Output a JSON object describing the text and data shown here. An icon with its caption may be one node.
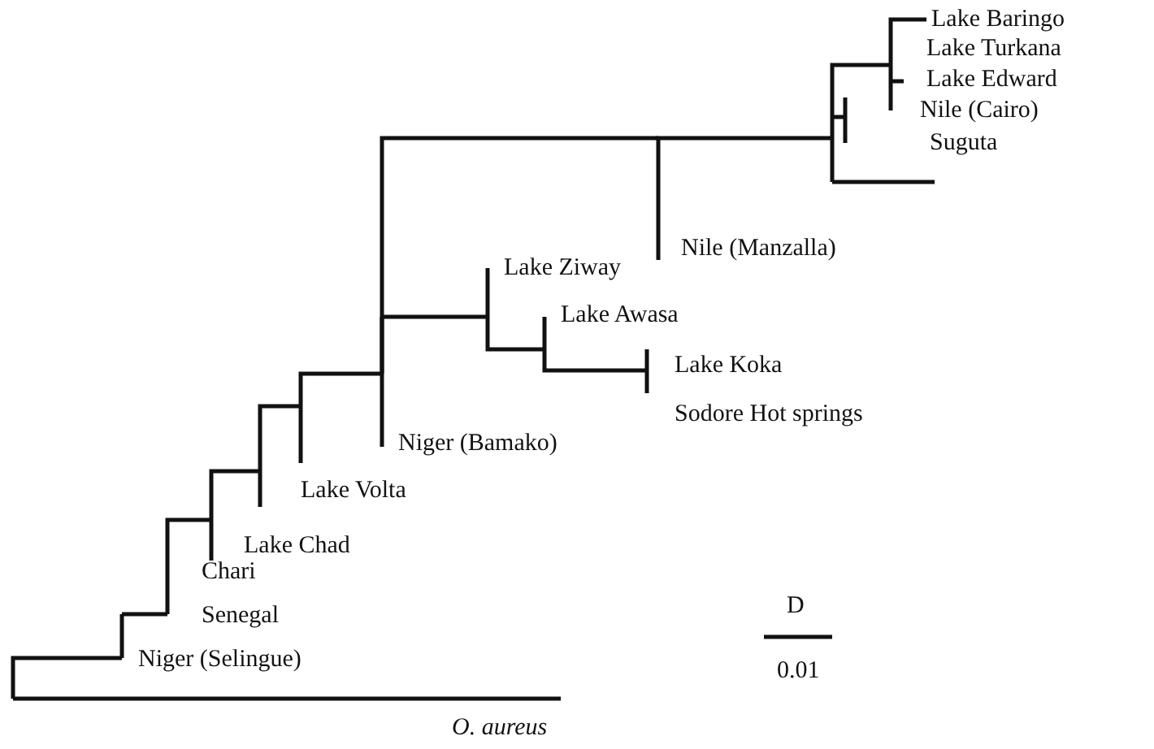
{
  "diagram": {
    "labels": [
      "Lake Baringo",
      "Lake Turkana",
      "Lake Edward",
      "Nile (Cairo)",
      "Suguta",
      "Nile (Manzalla)",
      "Lake Ziway",
      "Lake Awasa",
      "Lake Koka",
      "Sodore Hot springs",
      "Niger (Bamako)",
      "Lake Volta",
      "Lake Chad",
      "Chari",
      "D",
      "Senegal",
      "Niger (Selingue)",
      "0.01",
      "O. aureus"
    ]
  }
}
